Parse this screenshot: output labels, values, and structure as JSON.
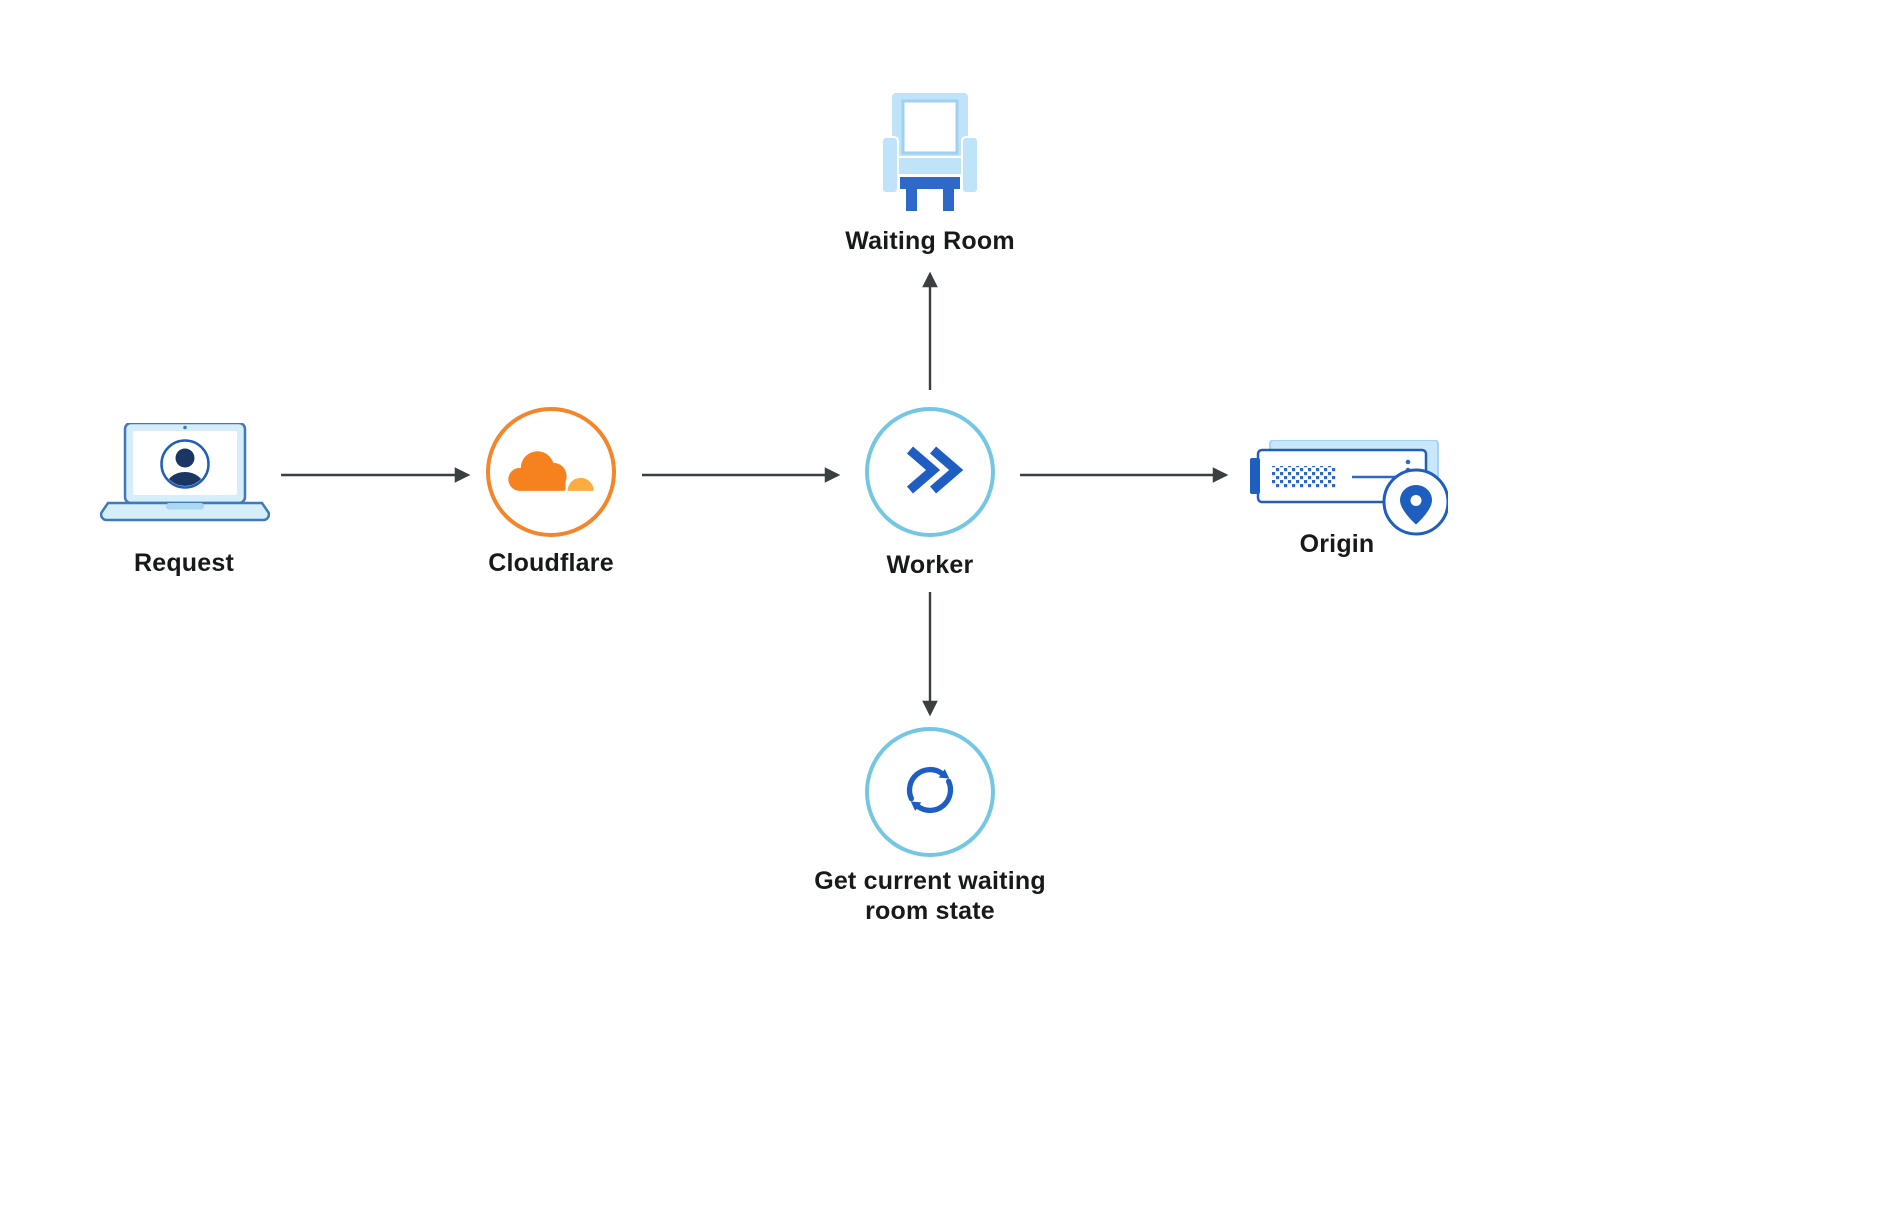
{
  "diagram": {
    "background": "#ffffff",
    "arrow_color": "#3a3f42",
    "colors": {
      "cloudflare_orange": "#F6821F",
      "cloudflare_orange_light": "#FBAD41",
      "blue": "#1D5EBF",
      "light_blue": "#BFE3F8",
      "cyan_ring": "#74C7E3"
    },
    "nodes": {
      "request": {
        "label": "Request",
        "icon": "laptop-user-icon"
      },
      "cloudflare": {
        "label": "Cloudflare",
        "icon": "cloudflare-logo-icon"
      },
      "worker": {
        "label": "Worker",
        "icon": "worker-chevrons-icon"
      },
      "waiting_room": {
        "label": "Waiting Room",
        "icon": "chair-icon"
      },
      "origin": {
        "label": "Origin",
        "icon": "server-location-pin-icon"
      },
      "waiting_room_state": {
        "label": "Get current waiting room state",
        "icon": "sync-icon"
      }
    },
    "edges": [
      {
        "from": "request",
        "to": "cloudflare"
      },
      {
        "from": "cloudflare",
        "to": "worker"
      },
      {
        "from": "worker",
        "to": "waiting_room"
      },
      {
        "from": "worker",
        "to": "origin"
      },
      {
        "from": "worker",
        "to": "waiting_room_state"
      }
    ]
  }
}
